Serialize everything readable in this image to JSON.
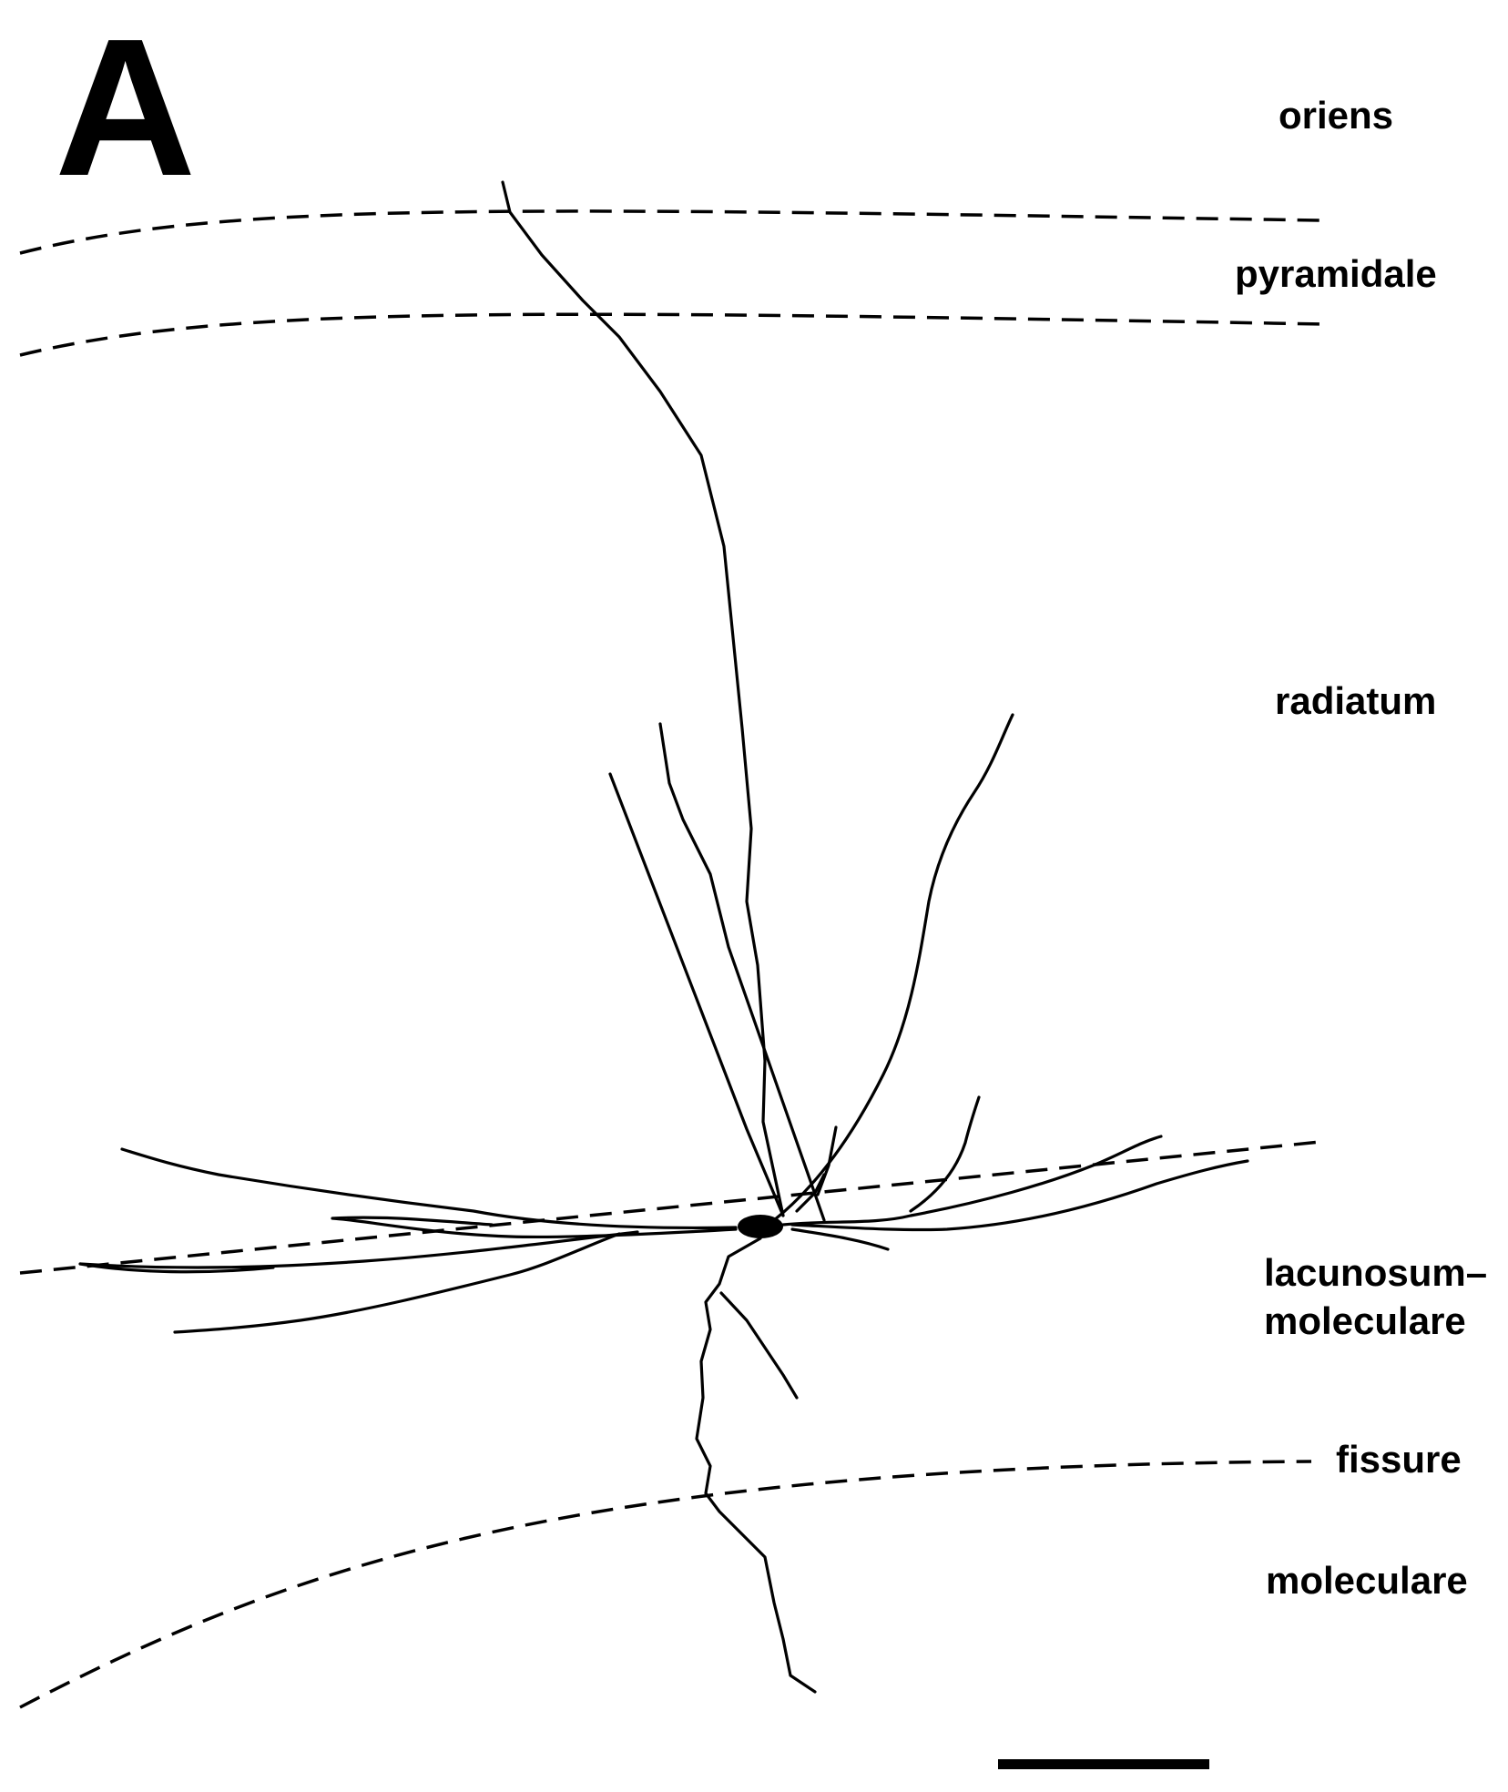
{
  "figure": {
    "panel_label": "A",
    "layers": {
      "oriens": "oriens",
      "pyramidale": "pyramidale",
      "radiatum": "radiatum",
      "lacunosum_moleculare_line1": "lacunosum–",
      "lacunosum_moleculare_line2": "moleculare",
      "fissure": "fissure",
      "moleculare": "moleculare"
    },
    "boundaries": [
      "oriens/pyramidale",
      "pyramidale/radiatum",
      "radiatum/lacunosum-moleculare",
      "hippocampal fissure"
    ],
    "scale_bar": {
      "label": ""
    },
    "colors": {
      "ink": "#000000",
      "background": "#ffffff"
    }
  }
}
